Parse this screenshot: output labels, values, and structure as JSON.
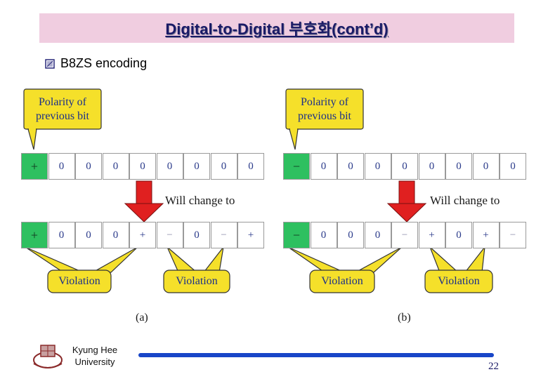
{
  "title": "Digital-to-Digital 부호화(cont’d)",
  "subtitle": "B8ZS encoding",
  "panels": [
    {
      "caption": "(a)",
      "polarity_label": "Polarity of previous bit",
      "before_bits": [
        "+",
        "0",
        "0",
        "0",
        "0",
        "0",
        "0",
        "0",
        "0"
      ],
      "change_label": "Will change to",
      "after_bits": [
        "+",
        "0",
        "0",
        "0",
        "+",
        "−",
        "0",
        "−",
        "+"
      ],
      "violation_labels": [
        "Violation",
        "Violation"
      ]
    },
    {
      "caption": "(b)",
      "polarity_label": "Polarity of previous bit",
      "before_bits": [
        "−",
        "0",
        "0",
        "0",
        "0",
        "0",
        "0",
        "0",
        "0"
      ],
      "change_label": "Will change to",
      "after_bits": [
        "−",
        "0",
        "0",
        "0",
        "−",
        "+",
        "0",
        "+",
        "−"
      ],
      "violation_labels": [
        "Violation",
        "Violation"
      ]
    }
  ],
  "footer": {
    "institution_line1": "Kyung Hee",
    "institution_line2": "University",
    "page_number": "22"
  },
  "colors": {
    "title_band": "#f0cde0",
    "title_text": "#1a1a66",
    "callout_fill": "#f5e02a",
    "first_bit_fill": "#2ec060",
    "arrow_fill": "#e02020",
    "footer_line": "#1846c8"
  }
}
